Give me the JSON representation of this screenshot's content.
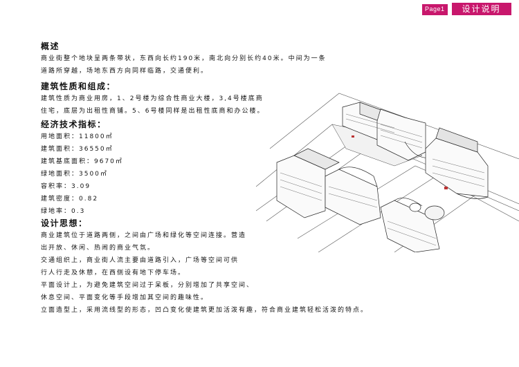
{
  "header": {
    "page_label": "Page1",
    "title": "设计说明"
  },
  "sections": {
    "overview": {
      "heading": "概述",
      "lines": [
        "商业街整个地块呈两条带状，东西向长约190米，南北向分别长约40米。中间为一条",
        "道路所穿越，场地东西方向同样临路，交通便利。"
      ]
    },
    "nature": {
      "heading": "建筑性质和组成：",
      "lines": [
        "建筑性质为商业用房，1、2号楼为综合性商业大楼，3,4号楼底商",
        "住宅，底层为出租性商铺。5、6号楼同样是出租性底商和办公楼。"
      ]
    },
    "econ": {
      "heading": "经济技术指标：",
      "lines": [
        "用地面积：11800㎡",
        "建筑面积：36550㎡",
        "建筑基底面积：9670㎡",
        "绿地面积：3500㎡",
        "容积率：3.09",
        "建筑密度：0.82",
        "绿地率：0.3"
      ]
    },
    "design": {
      "heading": "设计思想：",
      "lines": [
        "商业建筑位于道路两侧，之间由广场和绿化等空间连接。营造",
        "出开放、休闲、热闹的商业气氛。",
        "交通组织上，商业街人流主要由道路引入，广场等空间可供",
        "行人行走及休憩，在西侧设有地下停车场。",
        "平面设计上，为避免建筑空间过于呆板，分别增加了共享空间、",
        "休息空间、平面变化等手段增加其空间的趣味性。",
        "立面造型上，采用流线型的形态，凹凸变化使建筑更加活泼有趣，符合商业建筑轻松活泼的特点。"
      ]
    }
  },
  "colors": {
    "accent": "#c8176c",
    "line": "#333333",
    "ground": "#eeeeee"
  }
}
